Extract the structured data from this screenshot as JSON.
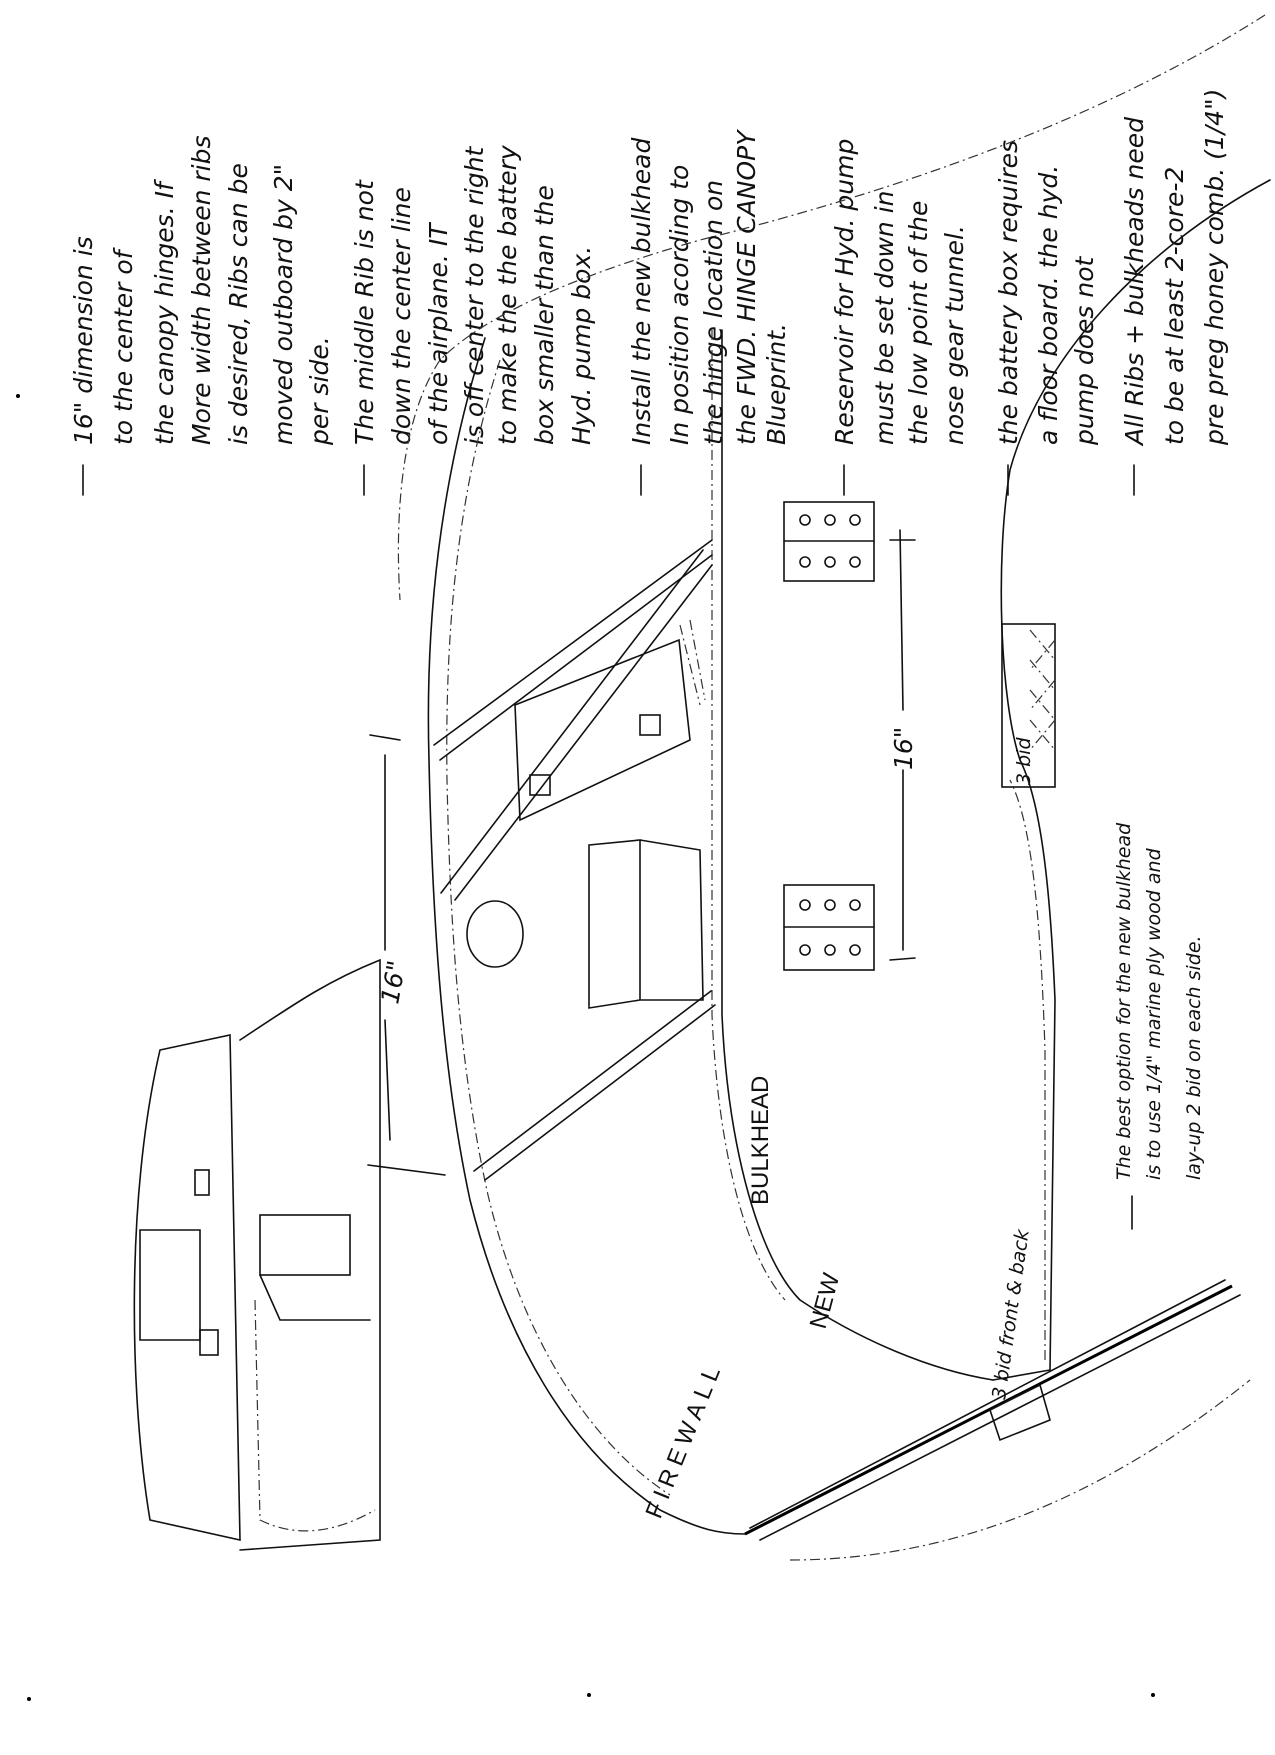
{
  "notes": [
    {
      "dash": true,
      "lines": [
        "16\" dimension is",
        "to the center of",
        "the canopy hinges. If",
        "More width between ribs",
        "is desired, Ribs can be",
        "moved outboard by 2\"",
        "per side."
      ]
    },
    {
      "dash": true,
      "lines": [
        "The middle Rib is not",
        "down the center line",
        "of the airplane. IT",
        "is off center to the right",
        "to make the the battery",
        "box smaller than the",
        "Hyd. pump box."
      ]
    },
    {
      "dash": true,
      "lines": [
        "Install the new bulkhead",
        "In position acording to",
        "the hinge location on",
        "the FWD. HINGE CANOPY",
        "Blueprint."
      ]
    },
    {
      "dash": true,
      "lines": [
        "Reservoir for Hyd. pump",
        "must be set down in",
        "the low point of the",
        "nose gear tunnel."
      ]
    },
    {
      "dash": true,
      "lines": [
        "the battery box requires",
        "a floor board. the hyd.",
        "pump does not"
      ]
    },
    {
      "dash": true,
      "lines": [
        "All Ribs + bulkheads need",
        "to be at least 2-core-2",
        "pre preg honey comb. (1/4\")"
      ]
    }
  ],
  "bottom_note": {
    "lines": [
      "The best option for the new bulkhead",
      "is to use 1/4\" marine ply wood and",
      "lay-up 2 bid on each side."
    ]
  },
  "labels": {
    "firewall": "FIREWALL",
    "bulkhead": "BULKHEAD",
    "new": "NEW",
    "three_bid_front_back": "3 bid front & back",
    "three_bid": "3 bid",
    "dim_left": "16\"",
    "dim_center": "16\""
  }
}
